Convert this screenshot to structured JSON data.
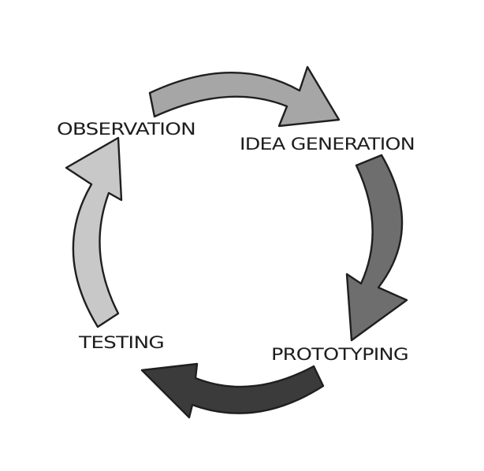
{
  "diagram": {
    "stages": [
      {
        "label": "OBSERVATION",
        "color": "#c8c8c8"
      },
      {
        "label": "IDEA GENERATION",
        "color": "#a6a6a6"
      },
      {
        "label": "PROTOTYPING",
        "color": "#6e6e6e"
      },
      {
        "label": "TESTING",
        "color": "#3b3b3b"
      }
    ]
  }
}
